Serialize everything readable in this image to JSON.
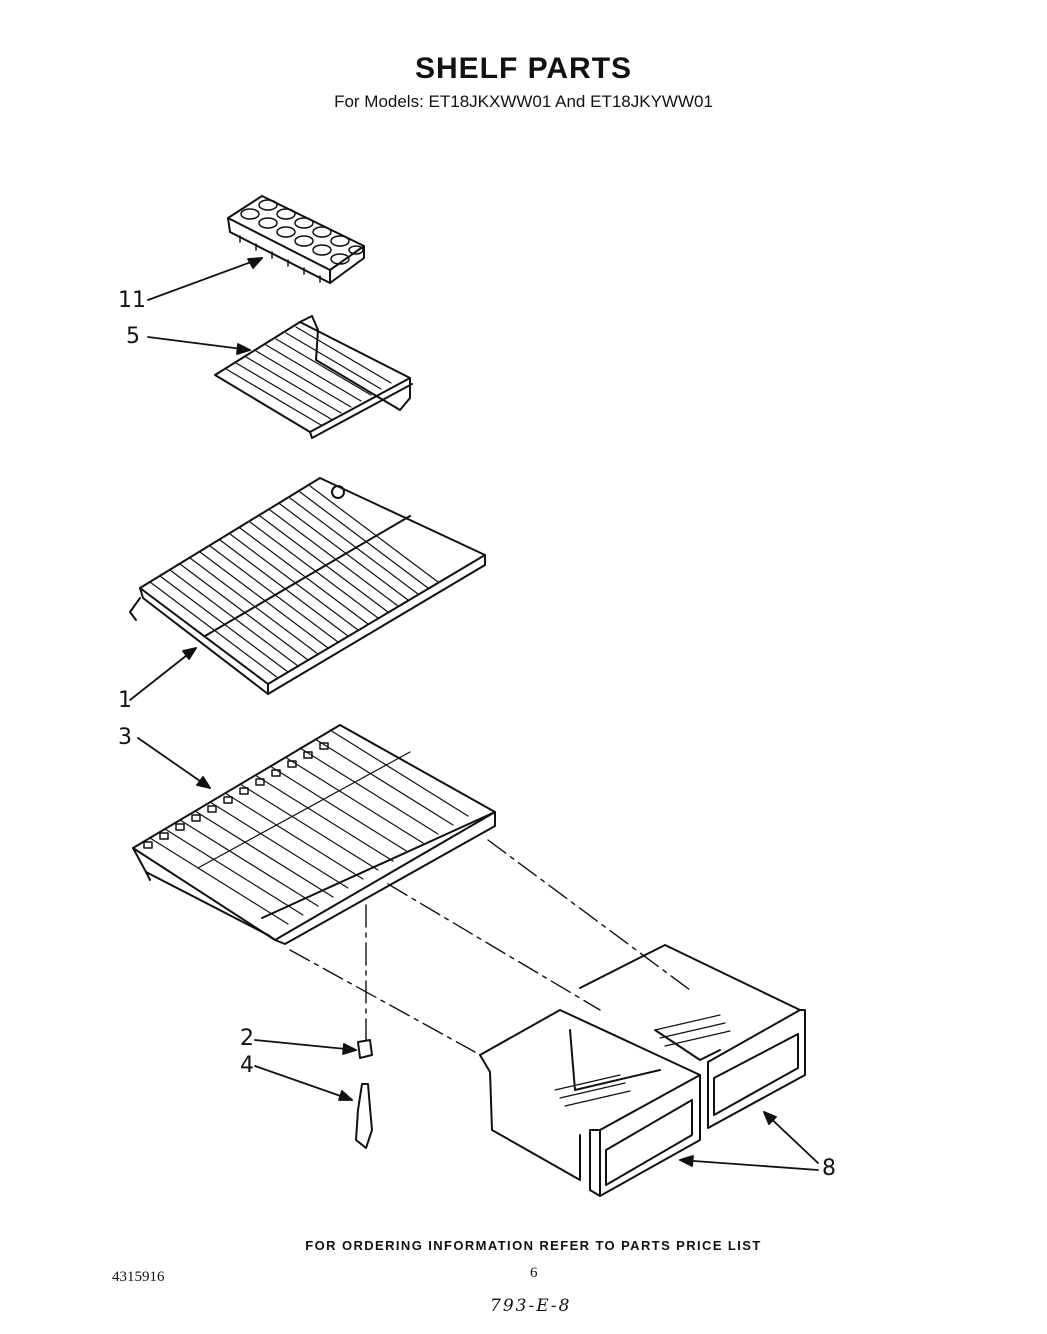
{
  "header": {
    "title": "SHELF PARTS",
    "subtitle": "For Models: ET18JKXWW01 And ET18JKYWW01"
  },
  "callouts": {
    "c11": "11",
    "c5": "5",
    "c1": "1",
    "c3": "3",
    "c2": "2",
    "c4": "4",
    "c8": "8"
  },
  "footer": {
    "ordering_note": "FOR ORDERING INFORMATION REFER TO PARTS PRICE LIST",
    "doc_number": "4315916",
    "page_number": "6",
    "handwritten_note": "793-E-8"
  }
}
